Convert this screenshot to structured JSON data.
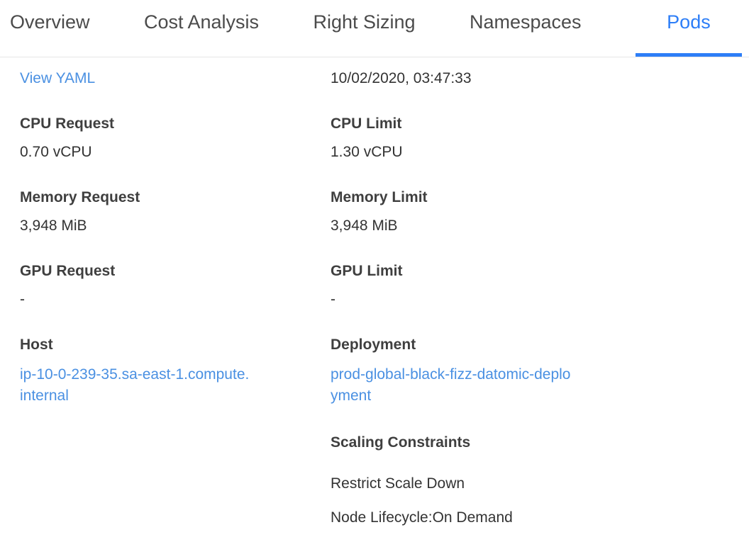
{
  "colors": {
    "active_tab": "#2d7ef7",
    "tab_underline": "#2d7ef7",
    "link": "#4a90e2",
    "divider": "#e6e6e6",
    "label_text": "#3f3f3f",
    "value_text": "#333333"
  },
  "tabs": [
    {
      "label": "Overview",
      "active": false
    },
    {
      "label": "Cost Analysis",
      "active": false
    },
    {
      "label": "Right Sizing",
      "active": false
    },
    {
      "label": "Namespaces",
      "active": false
    },
    {
      "label": "Pods",
      "active": true
    }
  ],
  "details": {
    "view_yaml_label": "View YAML",
    "timestamp": "10/02/2020, 03:47:33",
    "left_fields": [
      {
        "label": "CPU Request",
        "value": "0.70 vCPU"
      },
      {
        "label": "Memory Request",
        "value": "3,948 MiB"
      },
      {
        "label": "GPU Request",
        "value": "-"
      },
      {
        "label": "Host",
        "value": "ip-10-0-239-35.sa-east-1.compute.internal",
        "is_link": true
      }
    ],
    "right_fields": [
      {
        "label": "CPU Limit",
        "value": "1.30 vCPU"
      },
      {
        "label": "Memory Limit",
        "value": "3,948 MiB"
      },
      {
        "label": "GPU Limit",
        "value": "-"
      },
      {
        "label": "Deployment",
        "value": "prod-global-black-fizz-datomic-deployment",
        "is_link": true
      }
    ],
    "scaling": {
      "label": "Scaling Constraints",
      "items": [
        "Restrict Scale Down",
        "Node Lifecycle:On Demand"
      ]
    }
  }
}
